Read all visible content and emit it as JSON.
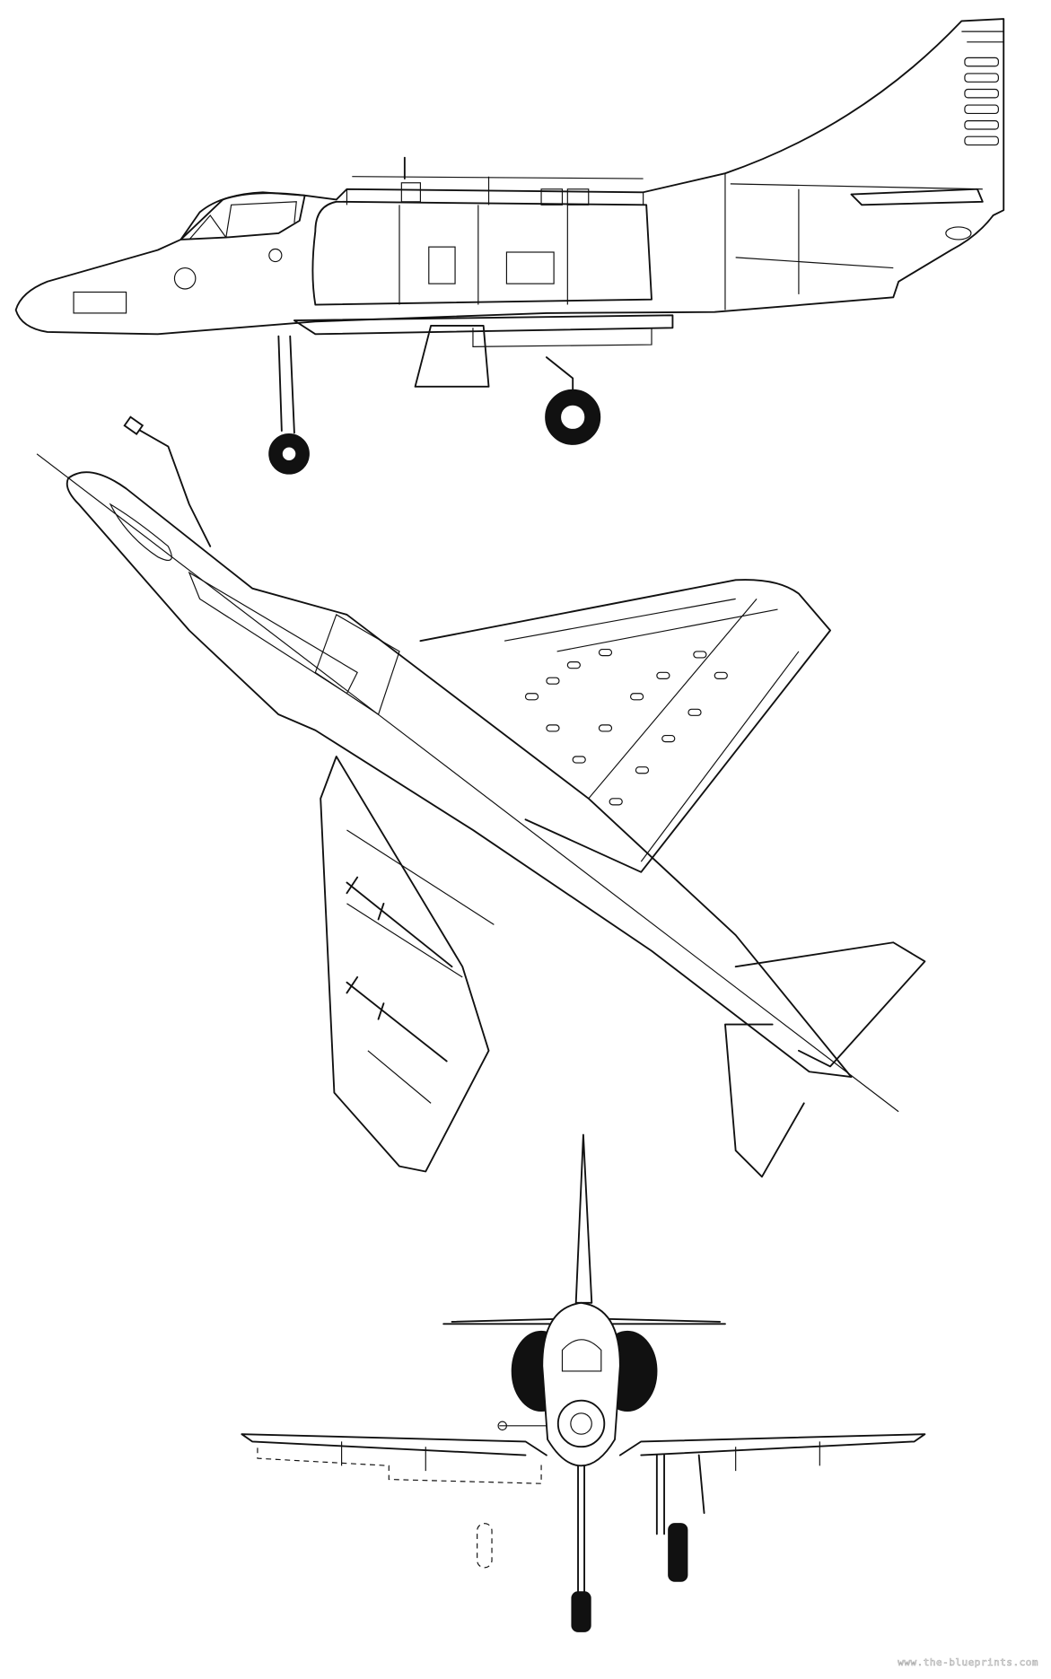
{
  "watermark": "www.the-blueprints.com",
  "colors": {
    "line": "#111111",
    "background": "#ffffff"
  },
  "views": [
    "side-view",
    "top-view",
    "front-view"
  ]
}
